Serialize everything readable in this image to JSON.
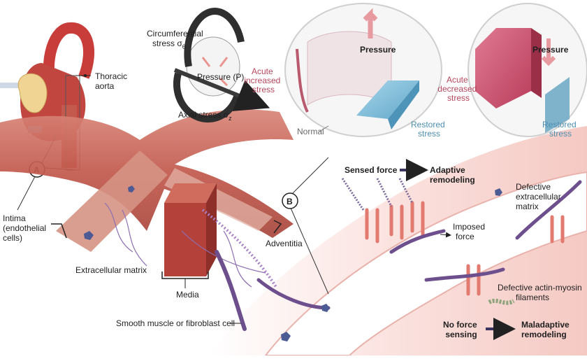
{
  "figure": {
    "panel_a": {
      "marker": "A",
      "thoracic_aorta": [
        "Thoracic",
        "aorta"
      ],
      "intima": [
        "Intima",
        "(endothelial",
        "cells)"
      ],
      "extracellular_matrix": "Extracellular matrix",
      "media": "Media",
      "adventitia": "Adventitia",
      "smooth_muscle": "Smooth muscle or fibroblast cell"
    },
    "stress": {
      "circumferential": [
        "Circumferential",
        "stress σ"
      ],
      "circumferential_sub": "θ",
      "pressure_p": "Pressure (P)",
      "axial": "Axial stress σ",
      "axial_sub": "z"
    },
    "increased": {
      "pressure": "Pressure",
      "acute": [
        "Acute",
        "increased",
        "stress"
      ],
      "normal": "Normal",
      "restored": [
        "Restored",
        "stress"
      ]
    },
    "decreased": {
      "pressure": "Pressure",
      "acute": [
        "Acute",
        "decreased",
        "stress"
      ],
      "restored": [
        "Restored",
        "stress"
      ]
    },
    "panel_b": {
      "marker": "B",
      "sensed_force": "Sensed force",
      "adaptive": [
        "Adaptive",
        "remodeling"
      ],
      "defective_ecm": [
        "Defective",
        "extracellular",
        "matrix"
      ],
      "imposed_force": [
        "Imposed",
        "force"
      ],
      "defective_actin": [
        "Defective actin-myosin",
        "filaments"
      ],
      "no_force": [
        "No force",
        "sensing"
      ],
      "maladaptive": [
        "Maladaptive",
        "remodeling"
      ]
    }
  }
}
